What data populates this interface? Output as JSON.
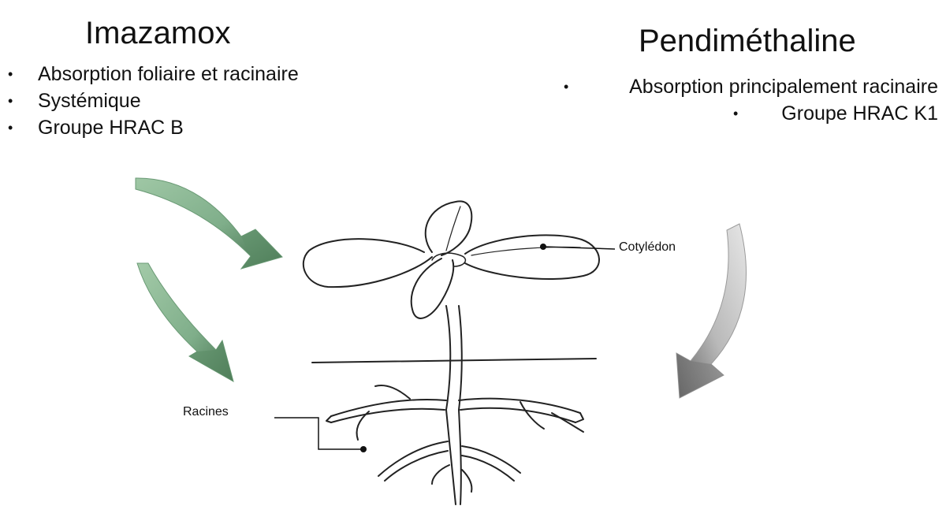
{
  "left_block": {
    "title": "Imazamox",
    "bullet": "•",
    "items": [
      "Absorption foliaire et racinaire",
      "Systémique",
      "Groupe HRAC B"
    ],
    "arrow_color": "#86b392"
  },
  "right_block": {
    "title": "Pendiméthaline",
    "bullet": "•",
    "items": [
      "Absorption principalement racinaire",
      "Groupe HRAC K1"
    ],
    "arrow_color": "#c8c8c8"
  },
  "plant": {
    "cotyledon_label": "Cotylédon",
    "roots_label": "Racines"
  }
}
